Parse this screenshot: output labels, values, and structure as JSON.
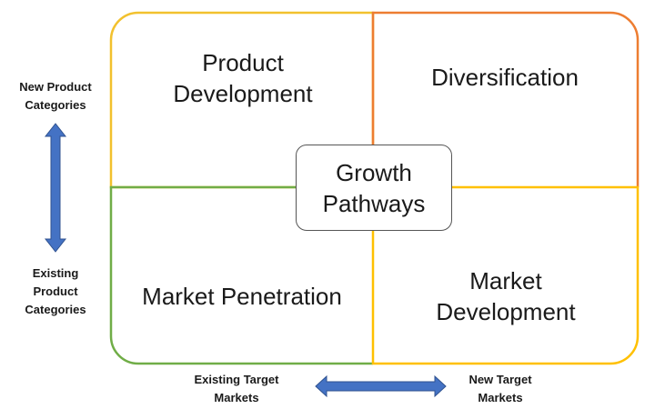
{
  "quadrants": {
    "product_development": "Product\nDevelopment",
    "diversification": "Diversification",
    "market_penetration": "Market Penetration",
    "market_development": "Market\nDevelopment"
  },
  "center": {
    "label": "Growth\nPathways"
  },
  "axes": {
    "y_top": "New Product\nCategories",
    "y_bottom": "Existing\nProduct\nCategories",
    "x_left": "Existing Target\nMarkets",
    "x_right": "New Target\nMarkets"
  },
  "colors": {
    "product_development_border": "#F2C12E",
    "diversification_border": "#ED7D31",
    "market_penetration_border": "#70AD47",
    "market_development_border": "#FFC000",
    "arrow": "#4472C4",
    "arrow_outline": "#2F528F"
  }
}
